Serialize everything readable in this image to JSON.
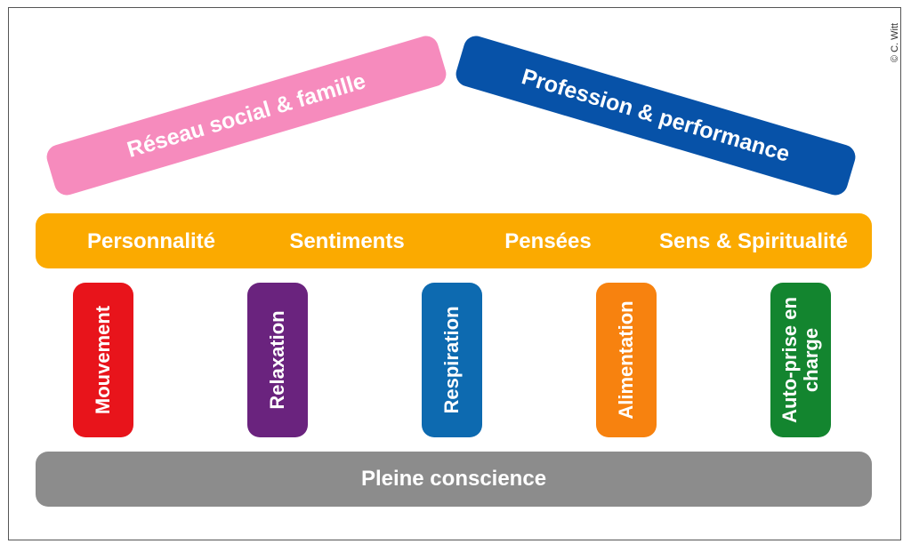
{
  "copyright": "© C. Witt",
  "roof": {
    "left": {
      "label": "Réseau social & famille",
      "color": "#f68bbd"
    },
    "right": {
      "label": "Profession & performance",
      "color": "#0752a8"
    }
  },
  "middle": {
    "color": "#fbaa00",
    "items": [
      "Personnalité",
      "Sentiments",
      "Pensées",
      "Sens & Spiritualité"
    ]
  },
  "pillars": [
    {
      "label": "Mouvement",
      "color": "#e8141b"
    },
    {
      "label": "Relaxation",
      "color": "#6a237e"
    },
    {
      "label": "Respiration",
      "color": "#0d6ab0"
    },
    {
      "label": "Alimentation",
      "color": "#f7820f"
    },
    {
      "label": "Auto-prise en charge",
      "line1": "Auto-prise en",
      "line2": "charge",
      "color": "#13852f"
    }
  ],
  "base": {
    "label": "Pleine conscience",
    "color": "#8c8c8c"
  }
}
